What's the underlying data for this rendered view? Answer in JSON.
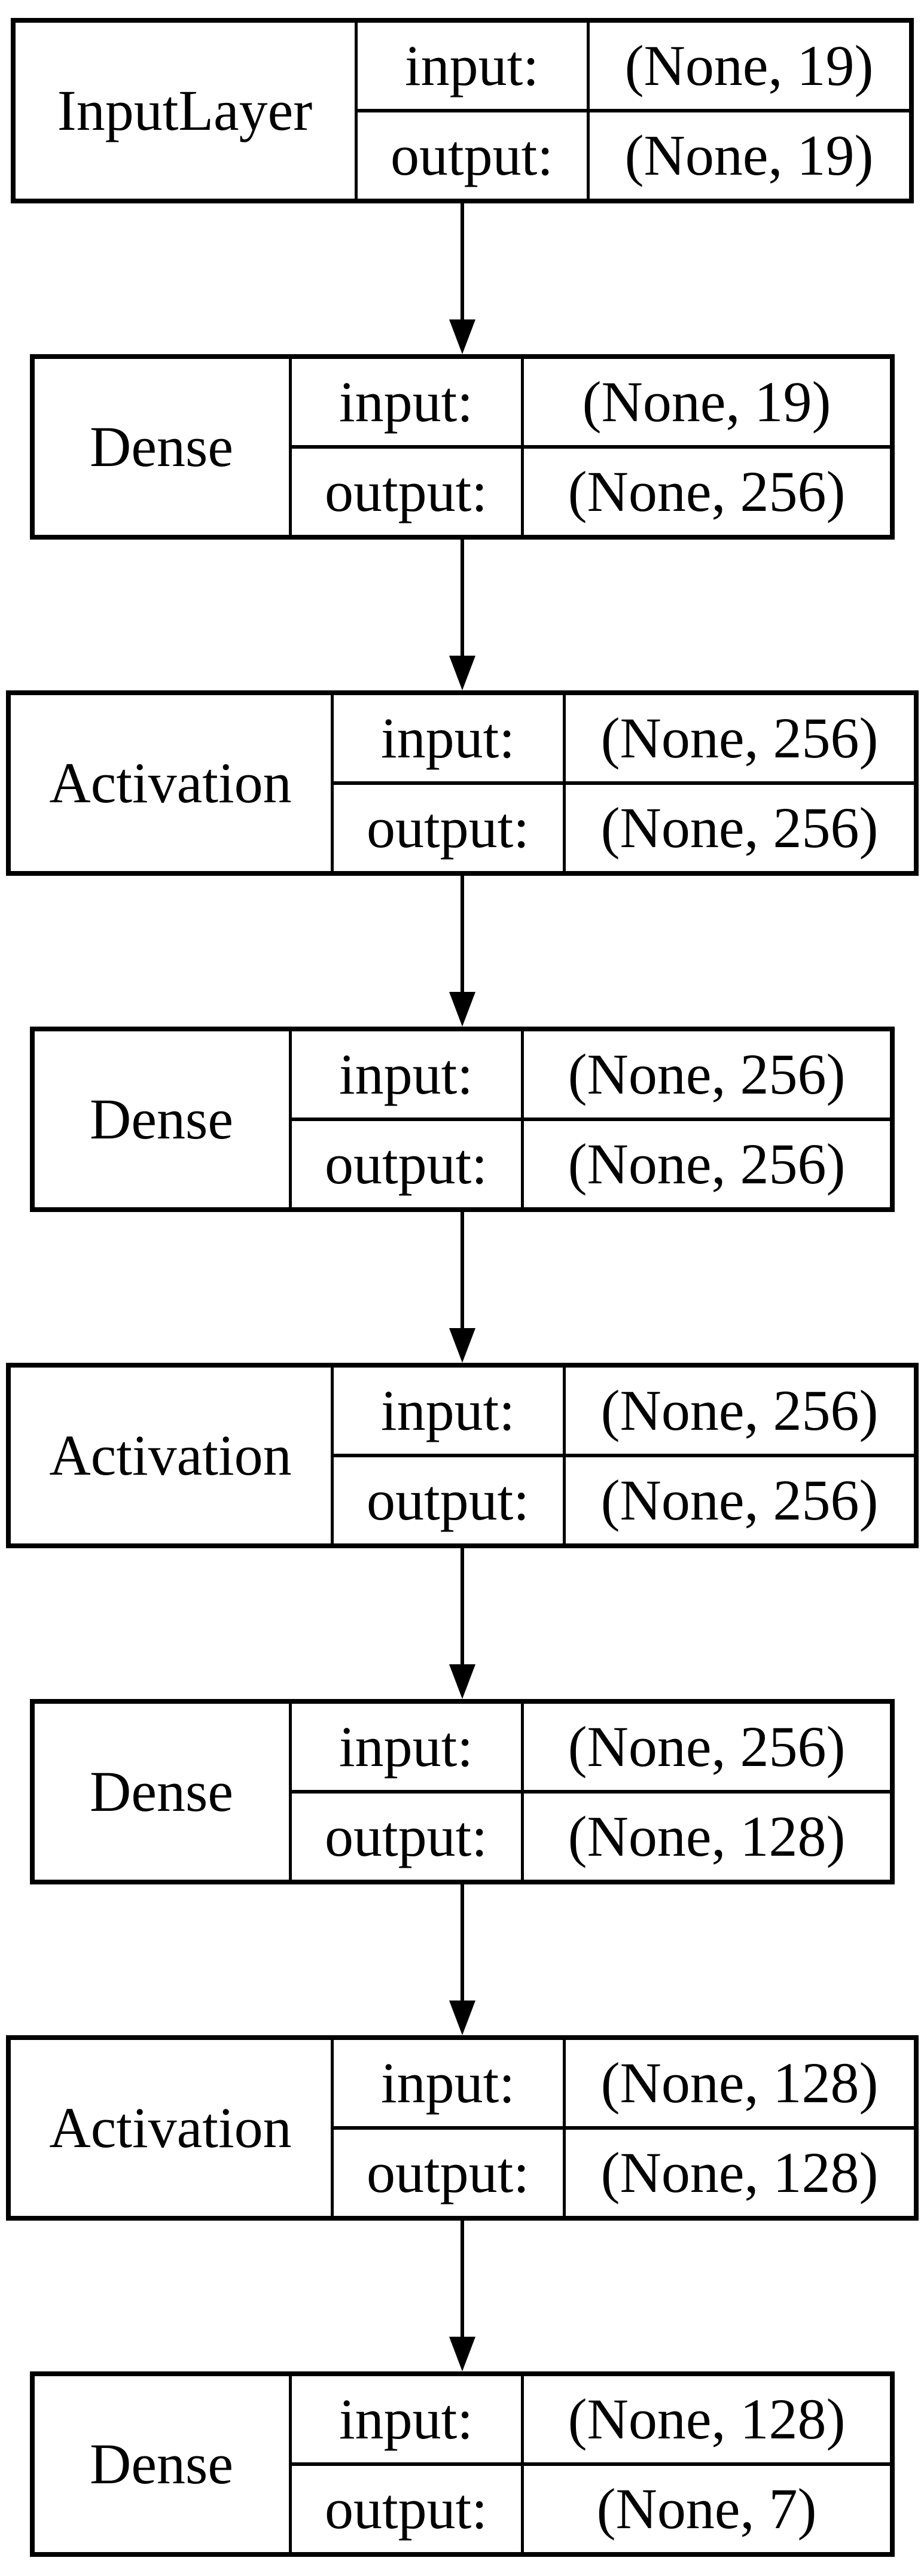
{
  "diagram": {
    "type": "neural-network-layer-flow",
    "background_color": "#ffffff",
    "line_color": "#000000",
    "labels": {
      "input": "input:",
      "output": "output:"
    },
    "nodes": [
      {
        "name": "InputLayer",
        "input_shape": "(None, 19)",
        "output_shape": "(None, 19)"
      },
      {
        "name": "Dense",
        "input_shape": "(None, 19)",
        "output_shape": "(None, 256)"
      },
      {
        "name": "Activation",
        "input_shape": "(None, 256)",
        "output_shape": "(None, 256)"
      },
      {
        "name": "Dense",
        "input_shape": "(None, 256)",
        "output_shape": "(None, 256)"
      },
      {
        "name": "Activation",
        "input_shape": "(None, 256)",
        "output_shape": "(None, 256)"
      },
      {
        "name": "Dense",
        "input_shape": "(None, 256)",
        "output_shape": "(None, 128)"
      },
      {
        "name": "Activation",
        "input_shape": "(None, 128)",
        "output_shape": "(None, 128)"
      },
      {
        "name": "Dense",
        "input_shape": "(None, 128)",
        "output_shape": "(None, 7)"
      }
    ]
  }
}
